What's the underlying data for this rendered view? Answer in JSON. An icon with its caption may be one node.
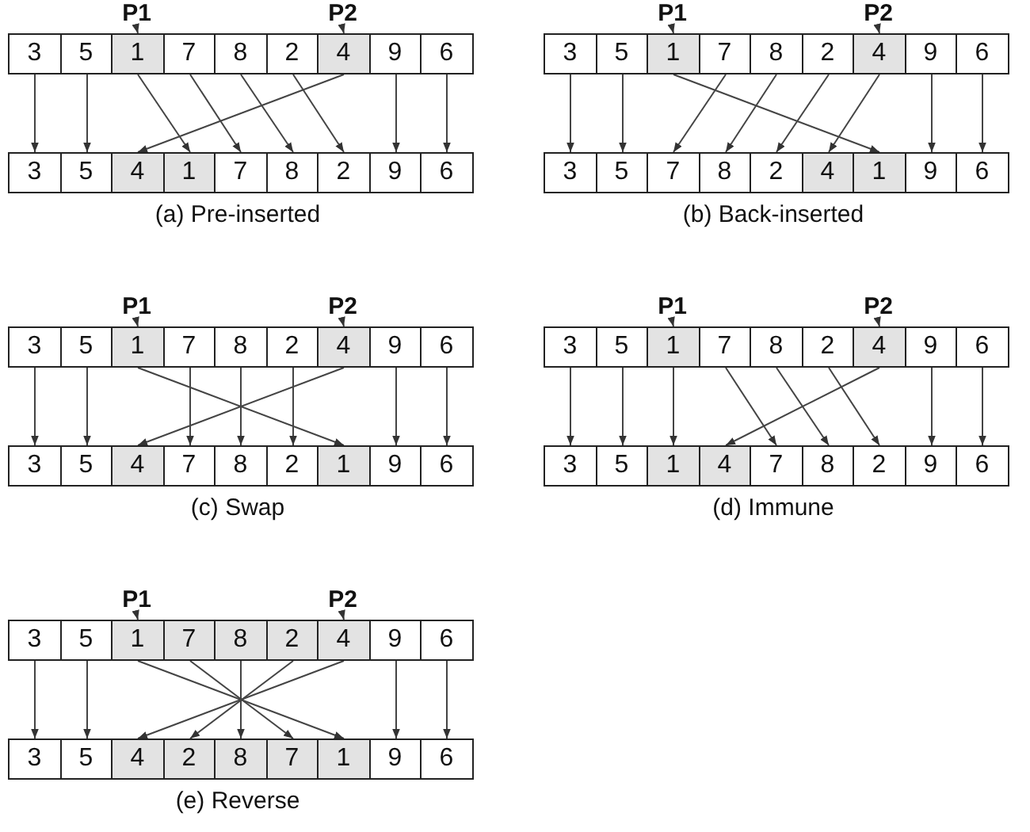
{
  "diagram": {
    "nodes": [
      {
        "text": [
          "P1"
        ]
      },
      {
        "text": [
          "P2"
        ]
      },
      {
        "text": [
          "3"
        ]
      },
      {
        "text": [
          "5"
        ]
      },
      {
        "text": [
          "1"
        ]
      },
      {
        "text": [
          "7"
        ]
      },
      {
        "text": [
          "8"
        ]
      },
      {
        "text": [
          "2"
        ]
      },
      {
        "text": [
          "4"
        ]
      },
      {
        "text": [
          "9"
        ]
      },
      {
        "text": [
          "6"
        ]
      },
      {
        "text": [
          "3"
        ]
      },
      {
        "text": [
          "5"
        ]
      },
      {
        "text": [
          "4"
        ]
      },
      {
        "text": [
          "1"
        ]
      },
      {
        "text": [
          "7"
        ]
      },
      {
        "text": [
          "8"
        ]
      },
      {
        "text": [
          "2"
        ]
      },
      {
        "text": [
          "9"
        ]
      },
      {
        "text": [
          "6"
        ]
      },
      {
        "text": [
          "P1"
        ]
      },
      {
        "text": [
          "P2"
        ]
      },
      {
        "text": [
          "3"
        ]
      },
      {
        "text": [
          "5"
        ]
      },
      {
        "text": [
          "1"
        ]
      },
      {
        "text": [
          "7"
        ]
      },
      {
        "text": [
          "8"
        ]
      },
      {
        "text": [
          "2"
        ]
      },
      {
        "text": [
          "4"
        ]
      },
      {
        "text": [
          "9"
        ]
      },
      {
        "text": [
          "6"
        ]
      },
      {
        "text": [
          "3"
        ]
      },
      {
        "text": [
          "5"
        ]
      },
      {
        "text": [
          "7"
        ]
      },
      {
        "text": [
          "8"
        ]
      },
      {
        "text": [
          "2"
        ]
      },
      {
        "text": [
          "4"
        ]
      },
      {
        "text": [
          "1"
        ]
      },
      {
        "text": [
          "9"
        ]
      },
      {
        "text": [
          "6"
        ]
      },
      {
        "text": [
          "P1"
        ]
      },
      {
        "text": [
          "P2"
        ]
      },
      {
        "text": [
          "3"
        ]
      },
      {
        "text": [
          "5"
        ]
      },
      {
        "text": [
          "1"
        ]
      },
      {
        "text": [
          "7"
        ]
      },
      {
        "text": [
          "8"
        ]
      },
      {
        "text": [
          "2"
        ]
      },
      {
        "text": [
          "4"
        ]
      },
      {
        "text": [
          "9"
        ]
      },
      {
        "text": [
          "6"
        ]
      },
      {
        "text": [
          "3"
        ]
      },
      {
        "text": [
          "5"
        ]
      },
      {
        "text": [
          "4"
        ]
      },
      {
        "text": [
          "7"
        ]
      },
      {
        "text": [
          "8"
        ]
      },
      {
        "text": [
          "2"
        ]
      },
      {
        "text": [
          "1"
        ]
      },
      {
        "text": [
          "9"
        ]
      },
      {
        "text": [
          "6"
        ]
      },
      {
        "text": [
          "P1"
        ]
      },
      {
        "text": [
          "P2"
        ]
      },
      {
        "text": [
          "3"
        ]
      },
      {
        "text": [
          "5"
        ]
      },
      {
        "text": [
          "1"
        ]
      },
      {
        "text": [
          "7"
        ]
      },
      {
        "text": [
          "8"
        ]
      },
      {
        "text": [
          "2"
        ]
      },
      {
        "text": [
          "4"
        ]
      },
      {
        "text": [
          "9"
        ]
      },
      {
        "text": [
          "6"
        ]
      },
      {
        "text": [
          "3"
        ]
      },
      {
        "text": [
          "5"
        ]
      },
      {
        "text": [
          "1"
        ]
      },
      {
        "text": [
          "4"
        ]
      },
      {
        "text": [
          "7"
        ]
      },
      {
        "text": [
          "8"
        ]
      },
      {
        "text": [
          "2"
        ]
      },
      {
        "text": [
          "9"
        ]
      },
      {
        "text": [
          "6"
        ]
      },
      {
        "text": [
          "P1"
        ]
      },
      {
        "text": [
          "P2"
        ]
      },
      {
        "text": [
          "3"
        ]
      },
      {
        "text": [
          "5"
        ]
      },
      {
        "text": [
          "1"
        ]
      },
      {
        "text": [
          "7"
        ]
      },
      {
        "text": [
          "8"
        ]
      },
      {
        "text": [
          "2"
        ]
      },
      {
        "text": [
          "4"
        ]
      },
      {
        "text": [
          "9"
        ]
      },
      {
        "text": [
          "6"
        ]
      },
      {
        "text": [
          "3"
        ]
      },
      {
        "text": [
          "5"
        ]
      },
      {
        "text": [
          "4"
        ]
      },
      {
        "text": [
          "2"
        ]
      },
      {
        "text": [
          "8"
        ]
      },
      {
        "text": [
          "7"
        ]
      },
      {
        "text": [
          "1"
        ]
      },
      {
        "text": [
          "9"
        ]
      },
      {
        "text": [
          "6"
        ]
      }
    ],
    "edges": [
      {
        "from": 0,
        "to": 4,
        "arrow": "to"
      },
      {
        "from": 1,
        "to": 8,
        "arrow": "to"
      },
      {
        "from": 2,
        "to": 11,
        "arrow": "to"
      },
      {
        "from": 3,
        "to": 12,
        "arrow": "to"
      },
      {
        "from": 4,
        "to": 14,
        "arrow": "to"
      },
      {
        "from": 5,
        "to": 15,
        "arrow": "to"
      },
      {
        "from": 6,
        "to": 16,
        "arrow": "to"
      },
      {
        "from": 7,
        "to": 17,
        "arrow": "to"
      },
      {
        "from": 8,
        "to": 13,
        "arrow": "to"
      },
      {
        "from": 9,
        "to": 18,
        "arrow": "to"
      },
      {
        "from": 10,
        "to": 19,
        "arrow": "to"
      },
      {
        "from": 20,
        "to": 24,
        "arrow": "to"
      },
      {
        "from": 21,
        "to": 28,
        "arrow": "to"
      },
      {
        "from": 22,
        "to": 31,
        "arrow": "to"
      },
      {
        "from": 23,
        "to": 32,
        "arrow": "to"
      },
      {
        "from": 24,
        "to": 37,
        "arrow": "to"
      },
      {
        "from": 25,
        "to": 33,
        "arrow": "to"
      },
      {
        "from": 26,
        "to": 34,
        "arrow": "to"
      },
      {
        "from": 27,
        "to": 35,
        "arrow": "to"
      },
      {
        "from": 28,
        "to": 36,
        "arrow": "to"
      },
      {
        "from": 29,
        "to": 38,
        "arrow": "to"
      },
      {
        "from": 30,
        "to": 39,
        "arrow": "to"
      },
      {
        "from": 40,
        "to": 44,
        "arrow": "to"
      },
      {
        "from": 41,
        "to": 48,
        "arrow": "to"
      },
      {
        "from": 42,
        "to": 51,
        "arrow": "to"
      },
      {
        "from": 43,
        "to": 52,
        "arrow": "to"
      },
      {
        "from": 44,
        "to": 57,
        "arrow": "to"
      },
      {
        "from": 45,
        "to": 54,
        "arrow": "to"
      },
      {
        "from": 46,
        "to": 55,
        "arrow": "to"
      },
      {
        "from": 47,
        "to": 56,
        "arrow": "to"
      },
      {
        "from": 48,
        "to": 53,
        "arrow": "to"
      },
      {
        "from": 49,
        "to": 58,
        "arrow": "to"
      },
      {
        "from": 50,
        "to": 59,
        "arrow": "to"
      },
      {
        "from": 60,
        "to": 64,
        "arrow": "to"
      },
      {
        "from": 61,
        "to": 68,
        "arrow": "to"
      },
      {
        "from": 62,
        "to": 71,
        "arrow": "to"
      },
      {
        "from": 63,
        "to": 72,
        "arrow": "to"
      },
      {
        "from": 64,
        "to": 73,
        "arrow": "to"
      },
      {
        "from": 65,
        "to": 75,
        "arrow": "to"
      },
      {
        "from": 66,
        "to": 76,
        "arrow": "to"
      },
      {
        "from": 67,
        "to": 77,
        "arrow": "to"
      },
      {
        "from": 68,
        "to": 74,
        "arrow": "to"
      },
      {
        "from": 69,
        "to": 78,
        "arrow": "to"
      },
      {
        "from": 70,
        "to": 79,
        "arrow": "to"
      },
      {
        "from": 80,
        "to": 84,
        "arrow": "to"
      },
      {
        "from": 81,
        "to": 88,
        "arrow": "to"
      },
      {
        "from": 82,
        "to": 91,
        "arrow": "to"
      },
      {
        "from": 83,
        "to": 92,
        "arrow": "to"
      },
      {
        "from": 84,
        "to": 97,
        "arrow": "to"
      },
      {
        "from": 85,
        "to": 96,
        "arrow": "to"
      },
      {
        "from": 86,
        "to": 95,
        "arrow": "to"
      },
      {
        "from": 87,
        "to": 94,
        "arrow": "to"
      },
      {
        "from": 88,
        "to": 93,
        "arrow": "to"
      },
      {
        "from": 89,
        "to": 98,
        "arrow": "to"
      },
      {
        "from": 90,
        "to": 99,
        "arrow": "to"
      }
    ],
    "labels": [
      "(a) Pre-inserted",
      "(b) Back-inserted",
      "(c) Swap",
      "(d) Immune",
      "(e) Reverse"
    ]
  }
}
